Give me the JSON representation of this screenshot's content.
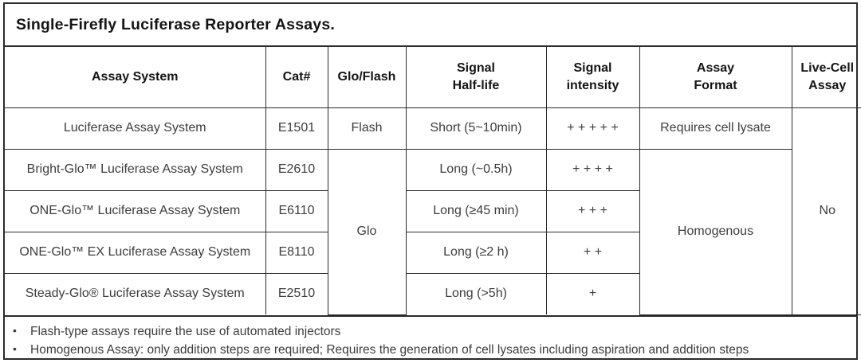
{
  "title": "Single-Firefly Luciferase Reporter Assays.",
  "table": {
    "headers": [
      "Assay System",
      "Cat#",
      "Glo/Flash",
      "Signal\nHalf-life",
      "Signal\nintensity",
      "Assay\nFormat",
      "Live-Cell\nAssay"
    ],
    "header_line1": [
      "Assay System",
      "Cat#",
      "Glo/Flash",
      "Signal",
      "Signal",
      "Assay",
      "Live-Cell"
    ],
    "header_line2": [
      "",
      "",
      "",
      "Half-life",
      "intensity",
      "Format",
      "Assay"
    ],
    "rows": [
      {
        "assay_system": "Luciferase Assay System",
        "cat": "E1501",
        "glo_flash": "Flash",
        "half_life": "Short (5~10min)",
        "intensity": "+ + + + +",
        "format": "Requires cell lysate",
        "live_cell": "No"
      },
      {
        "assay_system": "Bright-Glo™ Luciferase Assay System",
        "cat": "E2610",
        "glo_flash": "Glo",
        "half_life": "Long (~0.5h)",
        "intensity": "+ + + +",
        "format": "Homogenous",
        "live_cell": ""
      },
      {
        "assay_system": "ONE-Glo™ Luciferase Assay System",
        "cat": "E6110",
        "glo_flash": "",
        "half_life": "Long (≥45 min)",
        "intensity": "+ + +",
        "format": "",
        "live_cell": ""
      },
      {
        "assay_system": "ONE-Glo™ EX Luciferase Assay System",
        "cat": "E8110",
        "glo_flash": "",
        "half_life": "Long (≥2 h)",
        "intensity": "+ +",
        "format": "",
        "live_cell": ""
      },
      {
        "assay_system": "Steady-Glo® Luciferase Assay System",
        "cat": "E2510",
        "glo_flash": "",
        "half_life": "Long (>5h)",
        "intensity": "+",
        "format": "",
        "live_cell": ""
      }
    ],
    "merged": {
      "glo_flash_rows_2_to_5": "Glo",
      "format_row_1": "Requires cell lysate",
      "format_rows_2_to_5": "Homogenous",
      "live_cell_all_rows": "No"
    }
  },
  "notes": {
    "bullet": "•",
    "items": [
      "Flash-type assays require the use of automated injectors",
      "Homogenous Assay: only addition steps are required; Requires the generation of cell lysates including aspiration and addition steps"
    ]
  },
  "colors": {
    "border": "#2b2b2b",
    "header_text": "#141414",
    "body_text": "#3d3d3d",
    "background": "#ffffff"
  }
}
